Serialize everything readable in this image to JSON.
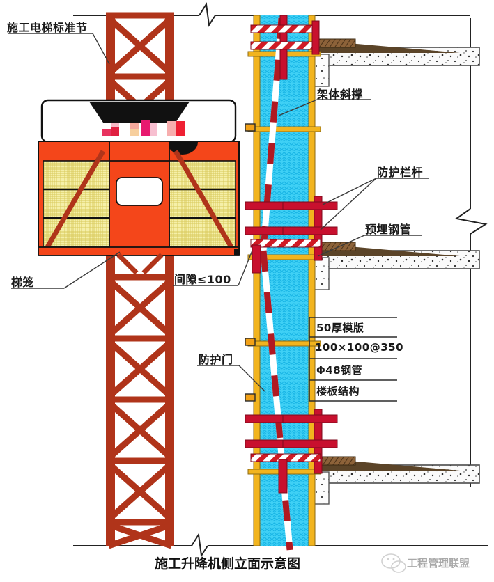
{
  "diagram": {
    "title": "施工升降机侧立面示意图",
    "watermark": {
      "icon": "wechat-icon",
      "text": "工程管理联盟"
    },
    "labels": {
      "mast_section": "施工电梯标准节",
      "cage": "梯笼",
      "gap": "间隙≤100",
      "protective_door": "防护门",
      "frame_diagonal_brace": "架体斜撑",
      "guard_rail": "防护栏杆",
      "embedded_steel_pipe": "预埋钢管"
    },
    "callout_table": [
      "50厚模版",
      "100×100@350",
      "Φ48钢管",
      "楼板结构"
    ],
    "colors": {
      "mast_red": "#b0341a",
      "mast_red_light": "#d4502a",
      "cage_orange": "#f4461a",
      "mesh_yellow": "#f2ea9a",
      "safety_net_cyan": "#3fd0f5",
      "scaffold_post_yellow": "#f2b41e",
      "rail_red": "#c8102e",
      "concrete_gray": "#f2f2f2",
      "outline_black": "#1a1a1a",
      "label_text": "#1a1a1a"
    }
  }
}
